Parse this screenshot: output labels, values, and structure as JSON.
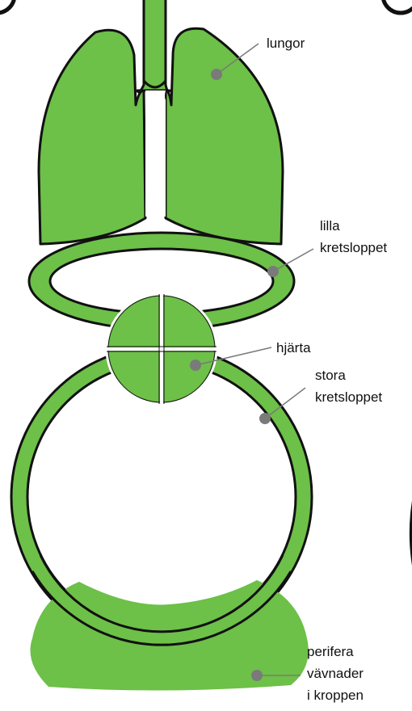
{
  "labels": {
    "lungs": "lungor",
    "pulmonary_line1": "lilla",
    "pulmonary_line2": "kretsloppet",
    "heart": "hjärta",
    "systemic_line1": "stora",
    "systemic_line2": "kretsloppet",
    "tissue_line1": "perifera",
    "tissue_line2": "vävnader",
    "tissue_line3": "i kroppen"
  },
  "colors": {
    "fill": "#6dc048",
    "outline": "#111111",
    "marker": "#7a7a7a",
    "background": "#ffffff"
  }
}
